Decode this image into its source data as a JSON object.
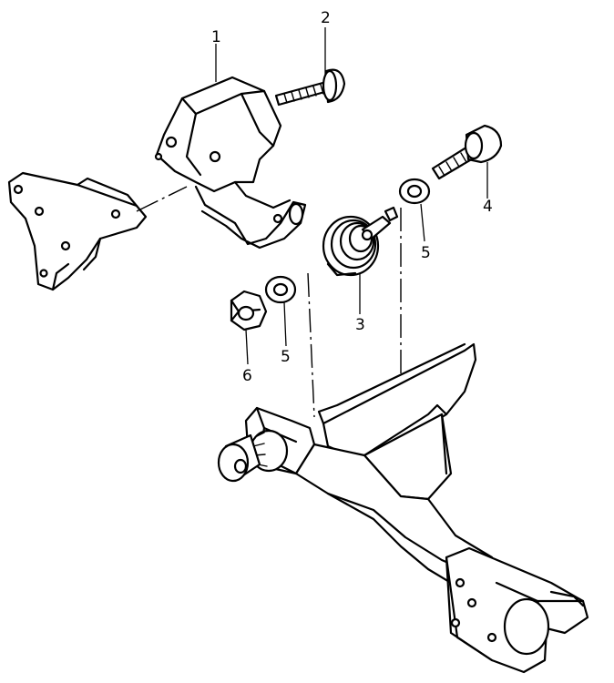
{
  "callouts": [
    {
      "id": "1",
      "label": "1"
    },
    {
      "id": "2",
      "label": "2"
    },
    {
      "id": "3",
      "label": "3"
    },
    {
      "id": "4",
      "label": "4"
    },
    {
      "id": "5a",
      "label": "5"
    },
    {
      "id": "5b",
      "label": "5"
    },
    {
      "id": "6",
      "label": "6"
    }
  ]
}
